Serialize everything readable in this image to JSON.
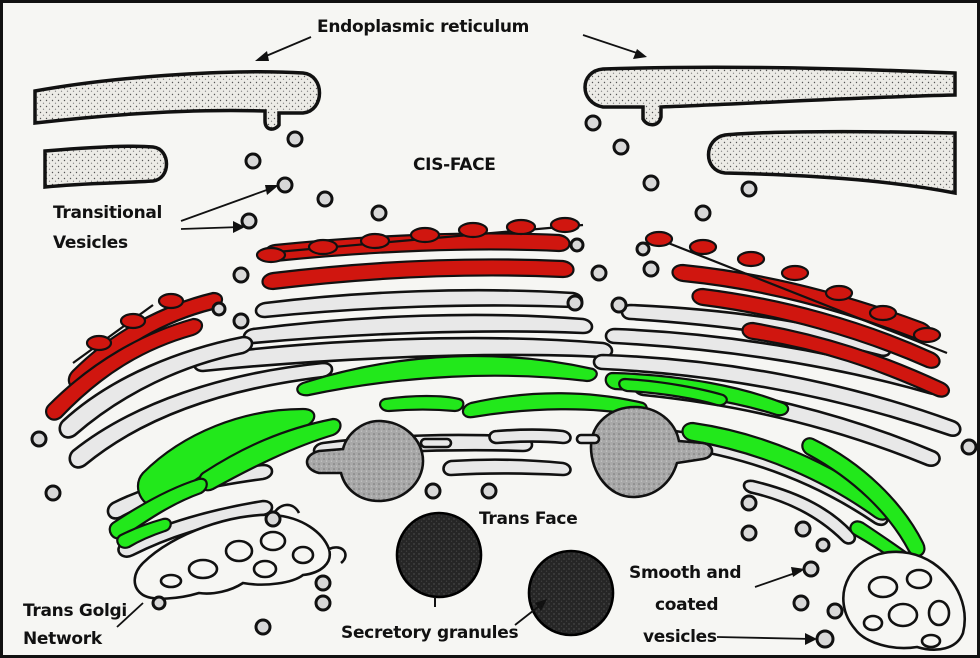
{
  "labels": {
    "endoplasmic_reticulum": "Endoplasmic reticulum",
    "cis_face": "CIS-FACE",
    "transitional_vesicles_line1": "Transitional",
    "transitional_vesicles_line2": "Vesicles",
    "trans_face": "Trans Face",
    "smooth_coated_line1": "Smooth and",
    "smooth_coated_line2": "coated",
    "smooth_coated_line3": "vesicles",
    "trans_golgi_line1": "Trans Golgi",
    "trans_golgi_line2": "Network",
    "secretory_granules": "Secretory granules"
  },
  "colors": {
    "cis_cisternae": "#d0160f",
    "trans_cisternae": "#22e81b",
    "medial_cisternae": "#e8e8e8",
    "background": "#f6f6f3",
    "secretory_granule": "#262626",
    "condensing_vacuole": "#a9a9a9"
  }
}
